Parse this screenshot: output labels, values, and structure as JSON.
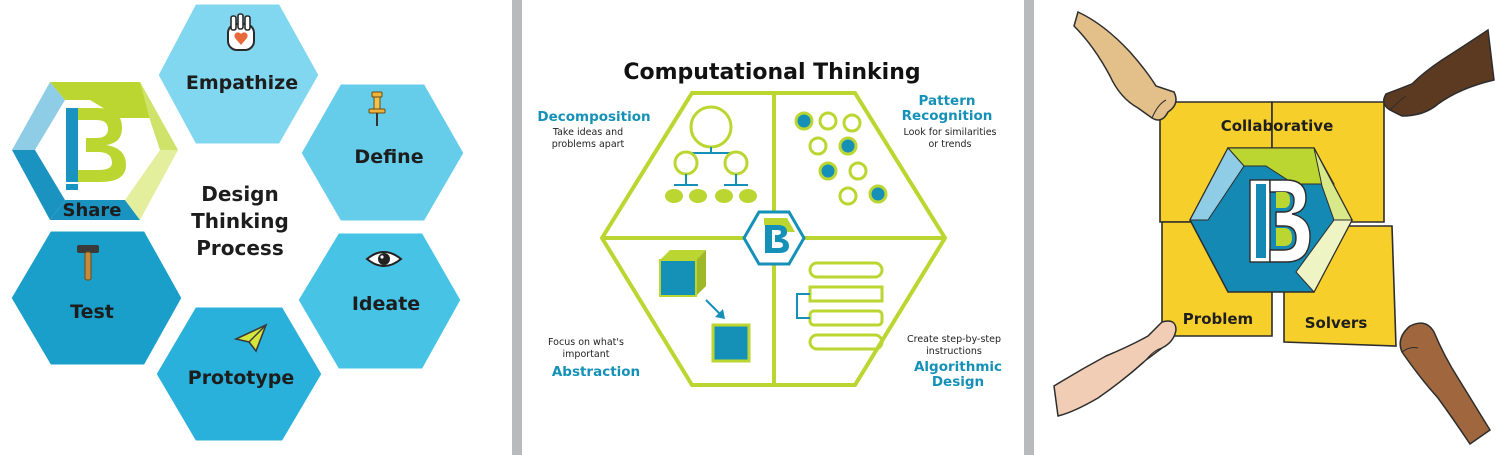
{
  "design_thinking": {
    "title_lines": [
      "Design",
      "Thinking",
      "Process"
    ],
    "steps": [
      {
        "label": "Empathize",
        "icon": "hand-heart-icon",
        "color": "#7fd6ee"
      },
      {
        "label": "Define",
        "icon": "pushpin-icon",
        "color": "#63cdea"
      },
      {
        "label": "Ideate",
        "icon": "eye-icon",
        "color": "#45c3e5"
      },
      {
        "label": "Prototype",
        "icon": "paper-plane-icon",
        "color": "#2ab2dc"
      },
      {
        "label": "Test",
        "icon": "hammer-icon",
        "color": "#1a9fcb"
      },
      {
        "label": "Share",
        "icon": "b-logo-icon",
        "color": "#1a93c0"
      }
    ]
  },
  "computational_thinking": {
    "title": "Computational Thinking",
    "decomposition": {
      "heading": "Decomposition",
      "desc_lines": [
        "Take ideas and",
        "problems apart"
      ]
    },
    "pattern": {
      "heading_lines": [
        "Pattern",
        "Recognition"
      ],
      "desc_lines": [
        "Look for similarities",
        "or trends"
      ]
    },
    "abstraction": {
      "heading": "Abstraction",
      "desc_lines": [
        "Focus on what's",
        "important"
      ]
    },
    "algorithmic": {
      "heading_lines": [
        "Algorithmic",
        "Design"
      ],
      "desc_lines": [
        "Create step-by-step",
        "instructions"
      ]
    },
    "colors": {
      "lime": "#bcd631",
      "teal": "#1591b8"
    }
  },
  "puzzle": {
    "top": "Collaborative",
    "bottom_left": "Problem",
    "bottom_right": "Solvers",
    "color": "#f6cf2a"
  },
  "colors": {
    "dark_blue": "#1489b3",
    "lime": "#bcd631",
    "yellow": "#f6cf2a",
    "divider": "#b8babb"
  }
}
